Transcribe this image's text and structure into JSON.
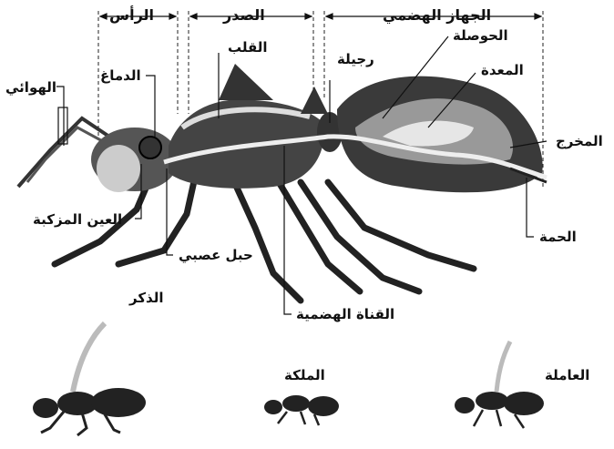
{
  "sections": {
    "head": "الرأس",
    "thorax": "الصدر",
    "digestive_system": "الجهاز الهضمي"
  },
  "labels": {
    "antennae": "الهوائي",
    "brain": "الدماغ",
    "heart": "القلب",
    "petiole": "رجيلة",
    "crop": "الحوصلة",
    "stomach": "المعدة",
    "anus": "المخرج",
    "sting": "الحمة",
    "compound_eye": "العين المزكبة",
    "nerve_cord": "حبل عصبي",
    "digestive_tract": "القناة الهضمية"
  },
  "castes": {
    "male": "الذكر",
    "queen": "الملكة",
    "worker": "العاملة"
  }
}
